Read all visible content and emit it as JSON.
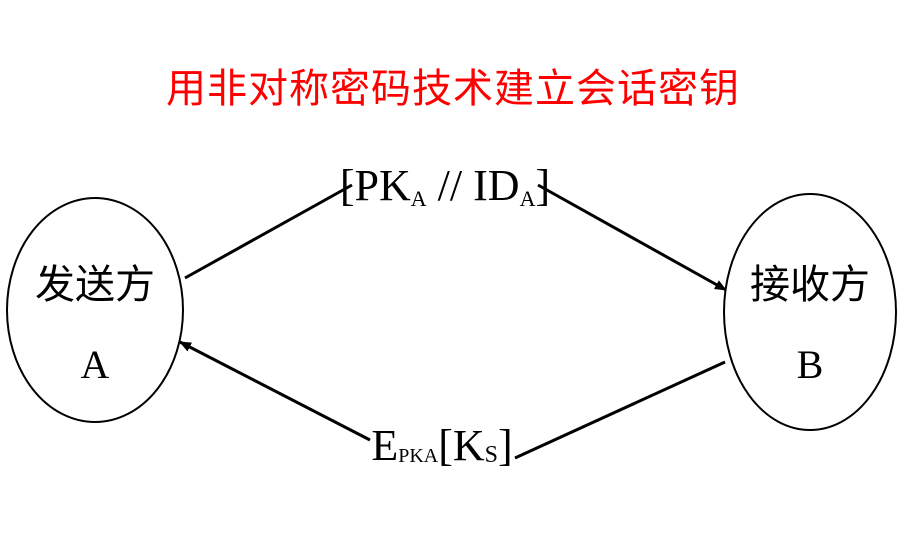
{
  "title": "用非对称密码技术建立会话密钥",
  "sender": {
    "name": "发送方",
    "id": "A"
  },
  "receiver": {
    "name": "接收方",
    "id": "B"
  },
  "message_top": {
    "open": "[PK",
    "sub1": "A",
    "mid": " // ID",
    "sub2": "A",
    "close": "]"
  },
  "message_bottom": {
    "main": "E",
    "sub": "PKA",
    "open": "[K",
    "sub2": "S",
    "close": "]"
  },
  "colors": {
    "title": "#ff0000",
    "lines": "#000000"
  }
}
